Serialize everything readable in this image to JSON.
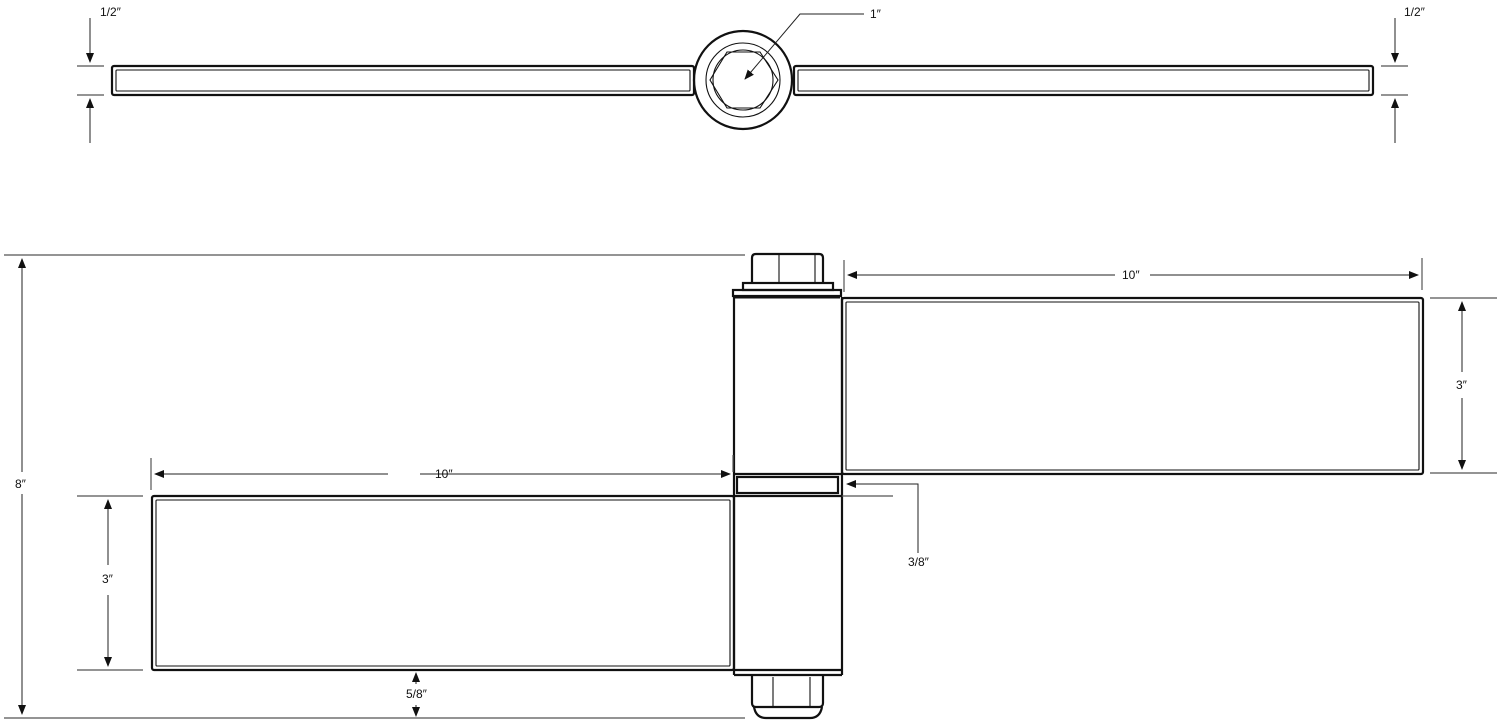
{
  "drawing": {
    "subject": "Weld-on barrel hinge with two 10\" leaves",
    "top_view": {
      "leaf_thickness_left": "1/2″",
      "leaf_thickness_right": "1/2″",
      "pin_diameter": "1″"
    },
    "front_view": {
      "overall_height": "8″",
      "upper_leaf_length": "10″",
      "upper_leaf_height": "3″",
      "lower_leaf_length": "10″",
      "lower_leaf_height": "3″",
      "washer_gap": "3/8″",
      "bottom_offset": "5/8″"
    }
  },
  "colors": {
    "line": "#111111",
    "extension": "#555555",
    "background": "#ffffff"
  }
}
